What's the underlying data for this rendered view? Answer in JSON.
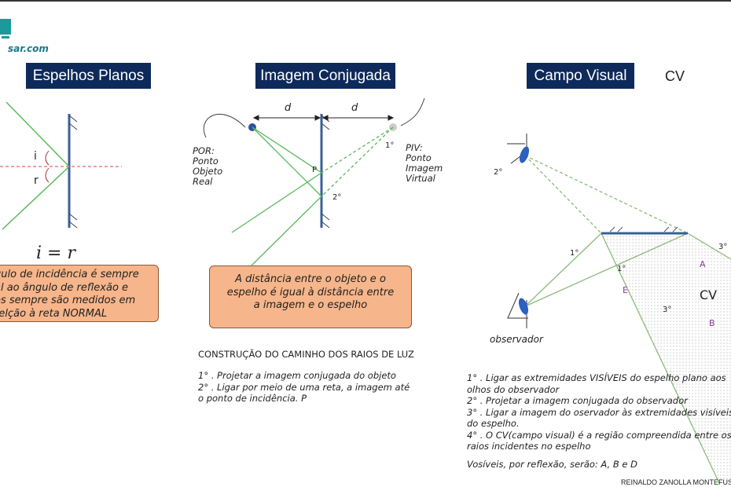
{
  "logo": {
    "text": "sar.com"
  },
  "sections": {
    "left": {
      "title": "Espelhos Planos",
      "label_i": "i",
      "label_r": "r",
      "equation": "i = r",
      "note": [
        "gulo de incidência é sempre",
        "al ao ângulo de reflexão e",
        "os sempre são medidos em",
        "relção à reta NORMAL"
      ]
    },
    "middle": {
      "title": "Imagem Conjugada",
      "d1": "d",
      "d2": "d",
      "por": [
        "POR:",
        "Ponto",
        "Objeto",
        "Real"
      ],
      "piv": [
        "PIV:",
        "Ponto",
        "Imagem",
        "Virtual"
      ],
      "p": "P",
      "step1": "1°",
      "step2": "2°",
      "note": [
        "A distância entre o objeto e o",
        "espelho é igual à distância entre",
        "a imagem e o espelho"
      ],
      "construction_title": "CONSTRUÇÃO DO CAMINHO DOS RAIOS DE LUZ",
      "steps": [
        "1° . Projetar a imagem conjugada do objeto",
        "2° . Ligar por meio de uma reta, a imagem até",
        "o ponto de incidência. P"
      ]
    },
    "right": {
      "title": "Campo Visual",
      "cv_label": "CV",
      "eye_step": "2°",
      "observer": "observador",
      "ray1a": "1°",
      "ray1b": "1°",
      "ray3a": "3°",
      "ray3b": "3°",
      "A": "A",
      "B": "B",
      "E": "E",
      "cv": "CV",
      "steps": [
        "1° . Ligar as extremidades VISÍVEIS do espelho plano aos",
        "olhos do observador",
        "2° . Projetar a imagem conjugada do observador",
        "3° . Ligar a imagem do oservador às extremidades visíveis",
        "do espelho.",
        "4° . O CV(campo visual) é a região compreendida entre os",
        "raios incidentes no espelho"
      ],
      "conclusion": "Vosíveis, por reflexão, serão: A, B e D"
    }
  },
  "footer": "REINALDO ZANOLLA MONTEFUSCO",
  "colors": {
    "title_bg": "#0e2a5a",
    "ray": "#5cb85c",
    "mirror": "#3a5f9a",
    "scroll": "#f6b58a"
  }
}
